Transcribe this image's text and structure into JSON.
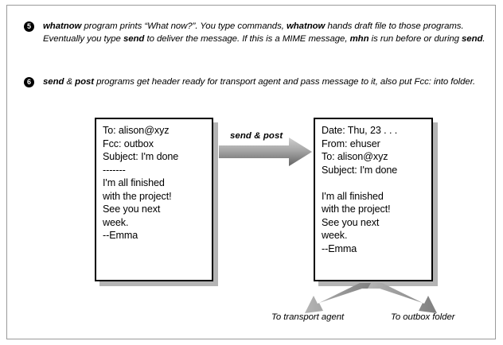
{
  "figure": {
    "title": "MH mail sending flow diagram",
    "border_color": "#9a9a9a",
    "background": "#ffffff"
  },
  "steps": [
    {
      "number": "5",
      "bullet_name": "step-5-bullet",
      "segments": [
        {
          "text": "whatnow",
          "bold": true
        },
        {
          "text": " program prints “What now?”. You type commands, ",
          "bold": false
        },
        {
          "text": "whatnow",
          "bold": true
        },
        {
          "text": " hands draft file to those programs. Eventually you type ",
          "bold": false
        },
        {
          "text": "send",
          "bold": true
        },
        {
          "text": " to deliver the message. If this is a MIME message, ",
          "bold": false
        },
        {
          "text": "mhn",
          "bold": true
        },
        {
          "text": " is run before or during ",
          "bold": false
        },
        {
          "text": "send",
          "bold": true
        },
        {
          "text": ".",
          "bold": false
        }
      ]
    },
    {
      "number": "6",
      "bullet_name": "step-6-bullet",
      "segments": [
        {
          "text": "send",
          "bold": true
        },
        {
          "text": " & ",
          "bold": false
        },
        {
          "text": "post",
          "bold": true
        },
        {
          "text": " programs get header ready for transport agent and pass message to it, also put Fcc: into folder.",
          "bold": false
        }
      ]
    }
  ],
  "draft_message": {
    "name": "draft-message-box",
    "lines": [
      "To: alison@xyz",
      "Fcc: outbox",
      "Subject: I'm done",
      "-------",
      "I'm all finished",
      "with the project!",
      "See you next",
      "week.",
      "--Emma"
    ]
  },
  "sent_message": {
    "name": "sent-message-box",
    "lines": [
      "Date: Thu, 23 . . .",
      "From: ehuser",
      "To: alison@xyz",
      "Subject: I'm done",
      "",
      "I'm all finished",
      "with the project!",
      "See you next",
      "week.",
      "--Emma"
    ]
  },
  "arrows": {
    "main": {
      "label_segments": [
        {
          "text": "send",
          "bold": true
        },
        {
          "text": " & ",
          "bold": false
        },
        {
          "text": "post",
          "bold": true
        }
      ],
      "label_plain": "send & post",
      "color_top": "#c9c9c9",
      "color_bottom": "#6e6e6e",
      "direction": "right"
    },
    "branch_left": {
      "label": "To transport agent",
      "color": "#9a9a9a",
      "direction": "down-left"
    },
    "branch_right": {
      "label": "To outbox folder",
      "color": "#9a9a9a",
      "direction": "down-right"
    }
  },
  "colors": {
    "ink": "#000000",
    "shadow": "#b4b4b4",
    "arrow_gray": "#8f8f8f",
    "frame": "#9a9a9a"
  }
}
